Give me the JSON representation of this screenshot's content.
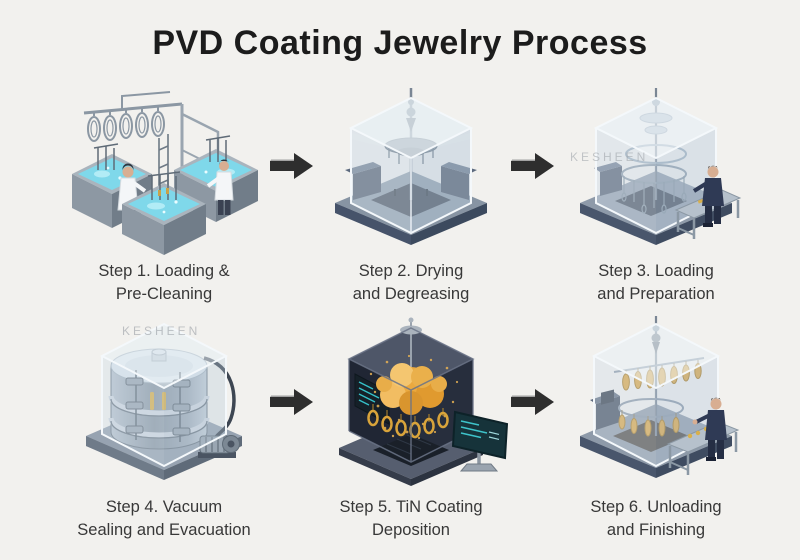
{
  "page": {
    "background_color": "#f2f1ee"
  },
  "header": {
    "title": "PVD Coating Jewelry Process",
    "title_color": "#1c1c1c"
  },
  "watermark": {
    "text": "KESHEEN"
  },
  "flow": {
    "arrow_icon": "arrow-right-icon",
    "arrow_color": "#2e2e2e"
  },
  "palette": {
    "glass_blue": "#c6d5e3",
    "water_cyan": "#7fd8ea",
    "gold": "#e3a23c",
    "slate_base": "#46536a",
    "dark_chamber": "#242a38",
    "caption_color": "#383838"
  },
  "steps": [
    {
      "number": 1,
      "caption_line1": "Step 1. Loading &",
      "caption_line2": "Pre-Cleaning",
      "illustration": "ultrasonic-cleaning-tanks-with-workers"
    },
    {
      "number": 2,
      "caption_line1": "Step 2. Drying",
      "caption_line2": "and Degreasing",
      "illustration": "glass-chamber-drying-carousel"
    },
    {
      "number": 3,
      "caption_line1": "Step 3. Loading",
      "caption_line2": "and Preparation",
      "illustration": "glass-chamber-loading-rack-with-operator"
    },
    {
      "number": 4,
      "caption_line1": "Step 4. Vacuum",
      "caption_line2": "Sealing and Evacuation",
      "illustration": "vacuum-chamber-cylinder-with-pump"
    },
    {
      "number": 5,
      "caption_line1": "Step 5. TiN Coating",
      "caption_line2": "Deposition",
      "illustration": "dark-chamber-gold-plasma-deposition"
    },
    {
      "number": 6,
      "caption_line1": "Step 6. Unloading",
      "caption_line2": "and Finishing",
      "illustration": "glass-chamber-gold-jewelry-unloading"
    }
  ]
}
